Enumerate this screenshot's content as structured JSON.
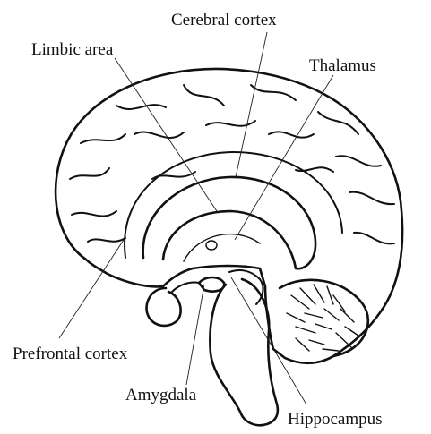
{
  "labels": {
    "cerebral_cortex": "Cerebral cortex",
    "limbic_area": "Limbic area",
    "thalamus": "Thalamus",
    "prefrontal_cortex": "Prefrontal cortex",
    "amygdala": "Amygdala",
    "hippocampus": "Hippocampus"
  },
  "colors": {
    "ink": "#111111",
    "background": "#ffffff"
  }
}
